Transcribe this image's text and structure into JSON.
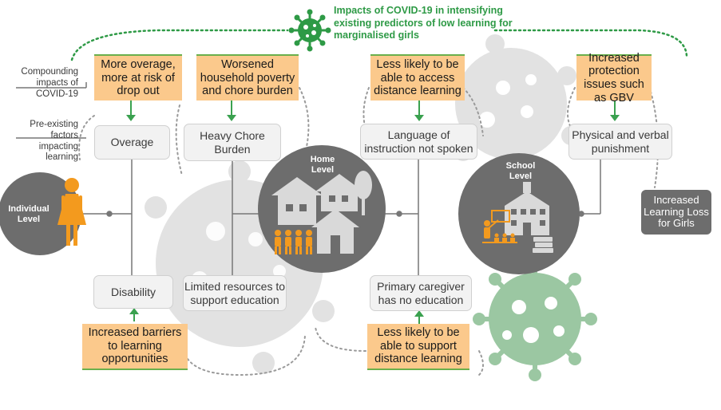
{
  "title": "Impacts of COVID-19 in intensifying existing predictors of low learning for marginalised girls",
  "side_labels": {
    "compounding": "Compounding impacts of COVID-19",
    "preexisting": "Pre-existing factors impacting learning"
  },
  "levels": {
    "individual": "Individual Level",
    "home": "Home Level",
    "school": "School Level"
  },
  "covid_impacts": {
    "overage": "More overage, more at risk of drop out",
    "poverty": "Worsened household poverty and chore burden",
    "access": "Less likely to be able to access distance learning",
    "protection": "Increased protection issues such as GBV",
    "barriers": "Increased barriers to learning opportunities",
    "support": "Less likely to be able to support distance learning"
  },
  "factors": {
    "overage": "Overage",
    "chore": "Heavy Chore Burden",
    "language": "Language of instruction not spoken",
    "punishment": "Physical and verbal punishment",
    "disability": "Disability",
    "resources": "Limited resources to support education",
    "caregiver": "Primary caregiver has no education"
  },
  "outcome": "Increased Learning Loss for Girls",
  "colors": {
    "orange_box": "#fbc98c",
    "green": "#2e9a46",
    "dark_circle": "#6d6d6d",
    "girl_icon": "#f39a1e",
    "virus_grey": "#d9d9d9",
    "virus_green": "#9bc7a2"
  },
  "icons": [
    "virus-icon",
    "girl-icon",
    "houses-icon",
    "family-icon",
    "school-icon",
    "teacher-icon",
    "books-icon"
  ]
}
